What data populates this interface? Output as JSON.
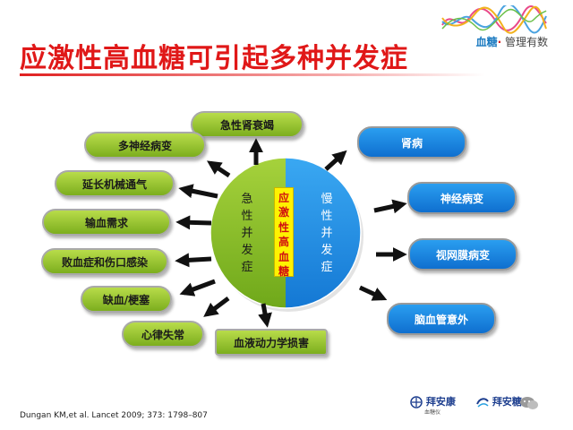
{
  "title": "应激性高血糖可引起多种并发症",
  "brand": {
    "part1": "血糖",
    "separator": "·",
    "part2": "管理有数"
  },
  "center": {
    "left_label": [
      "急",
      "性",
      "并",
      "发",
      "症"
    ],
    "middle_label": [
      "应",
      "激",
      "性",
      "高",
      "血",
      "糖"
    ],
    "right_label": [
      "慢",
      "性",
      "并",
      "发",
      "症"
    ]
  },
  "acute_complications": [
    "急性肾衰竭",
    "多神经病变",
    "延长机械通气",
    "输血需求",
    "败血症和伤口感染",
    "缺血/梗塞",
    "心律失常",
    "血液动力学损害"
  ],
  "chronic_complications": [
    "肾病",
    "神经病变",
    "视网膜病变",
    "脑血管意外"
  ],
  "citation": "Dungan KM,et al. Lancet 2009; 373: 1798–807",
  "logos": {
    "bayer": "拜安康",
    "bayer_sub": "血糖仪",
    "second": "拜安糖"
  },
  "colors": {
    "title": "#e01818",
    "green": "#8cc21f",
    "blue": "#1a86e0",
    "highlight": "#fff200"
  }
}
